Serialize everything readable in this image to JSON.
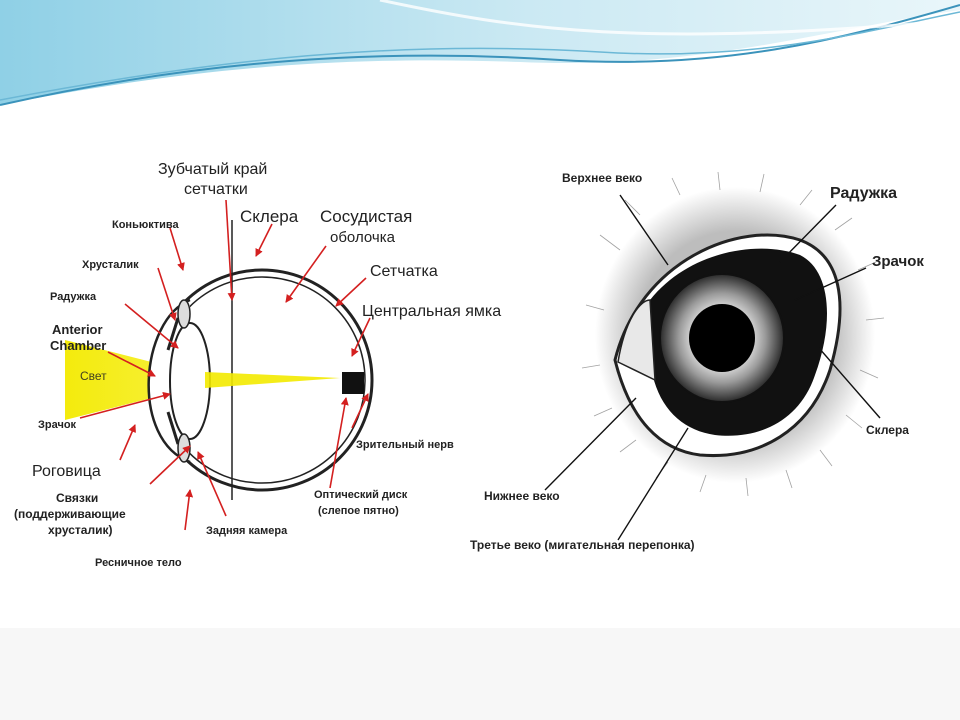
{
  "left_diagram": {
    "labels": {
      "zubchaty_line1": "Зубчатый край",
      "zubchaty_line2": "сетчатки",
      "sklera": "Склера",
      "sosudistaya_line1": "Сосудистая",
      "sosudistaya_line2": "оболочка",
      "konyunktiva": "Коньюктива",
      "khrustalik": "Хрусталик",
      "setchatka": "Сетчатка",
      "raduzhka": "Радужка",
      "tsentralnaya_yamka": "Центральная ямка",
      "anterior_line1": "Anterior",
      "anterior_line2": "Chamber",
      "svet": "Свет",
      "zrachok": "Зрачок",
      "zritelny_nerv": "Зрительный нерв",
      "rogovitsa": "Роговица",
      "svyazki_line1": "Связки",
      "svyazki_line2": "(поддерживающие",
      "svyazki_line3": "хрусталик)",
      "opticheskiy_line1": "Оптический диск",
      "opticheskiy_line2": "(слепое пятно)",
      "zadnyaya_kamera": "Задняя камера",
      "resnichnoe_telo": "Ресничное тело"
    }
  },
  "right_diagram": {
    "labels": {
      "verkhnee_veko": "Верхнее веко",
      "raduzhka": "Радужка",
      "zrachok": "Зрачок",
      "sklera": "Склера",
      "nizhnee_veko": "Нижнее веко",
      "trete_veko": "Третье веко (мигательная перепонка)"
    }
  },
  "colors": {
    "arrow": "#d42020",
    "light_beam": "#f6ef10",
    "deco_blue": "#4aa3c8"
  }
}
